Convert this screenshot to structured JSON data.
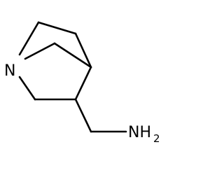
{
  "molecule": {
    "atoms": {
      "nitrogen_ring": "N",
      "amine_group": "NH",
      "amine_subscript": "2"
    }
  }
}
